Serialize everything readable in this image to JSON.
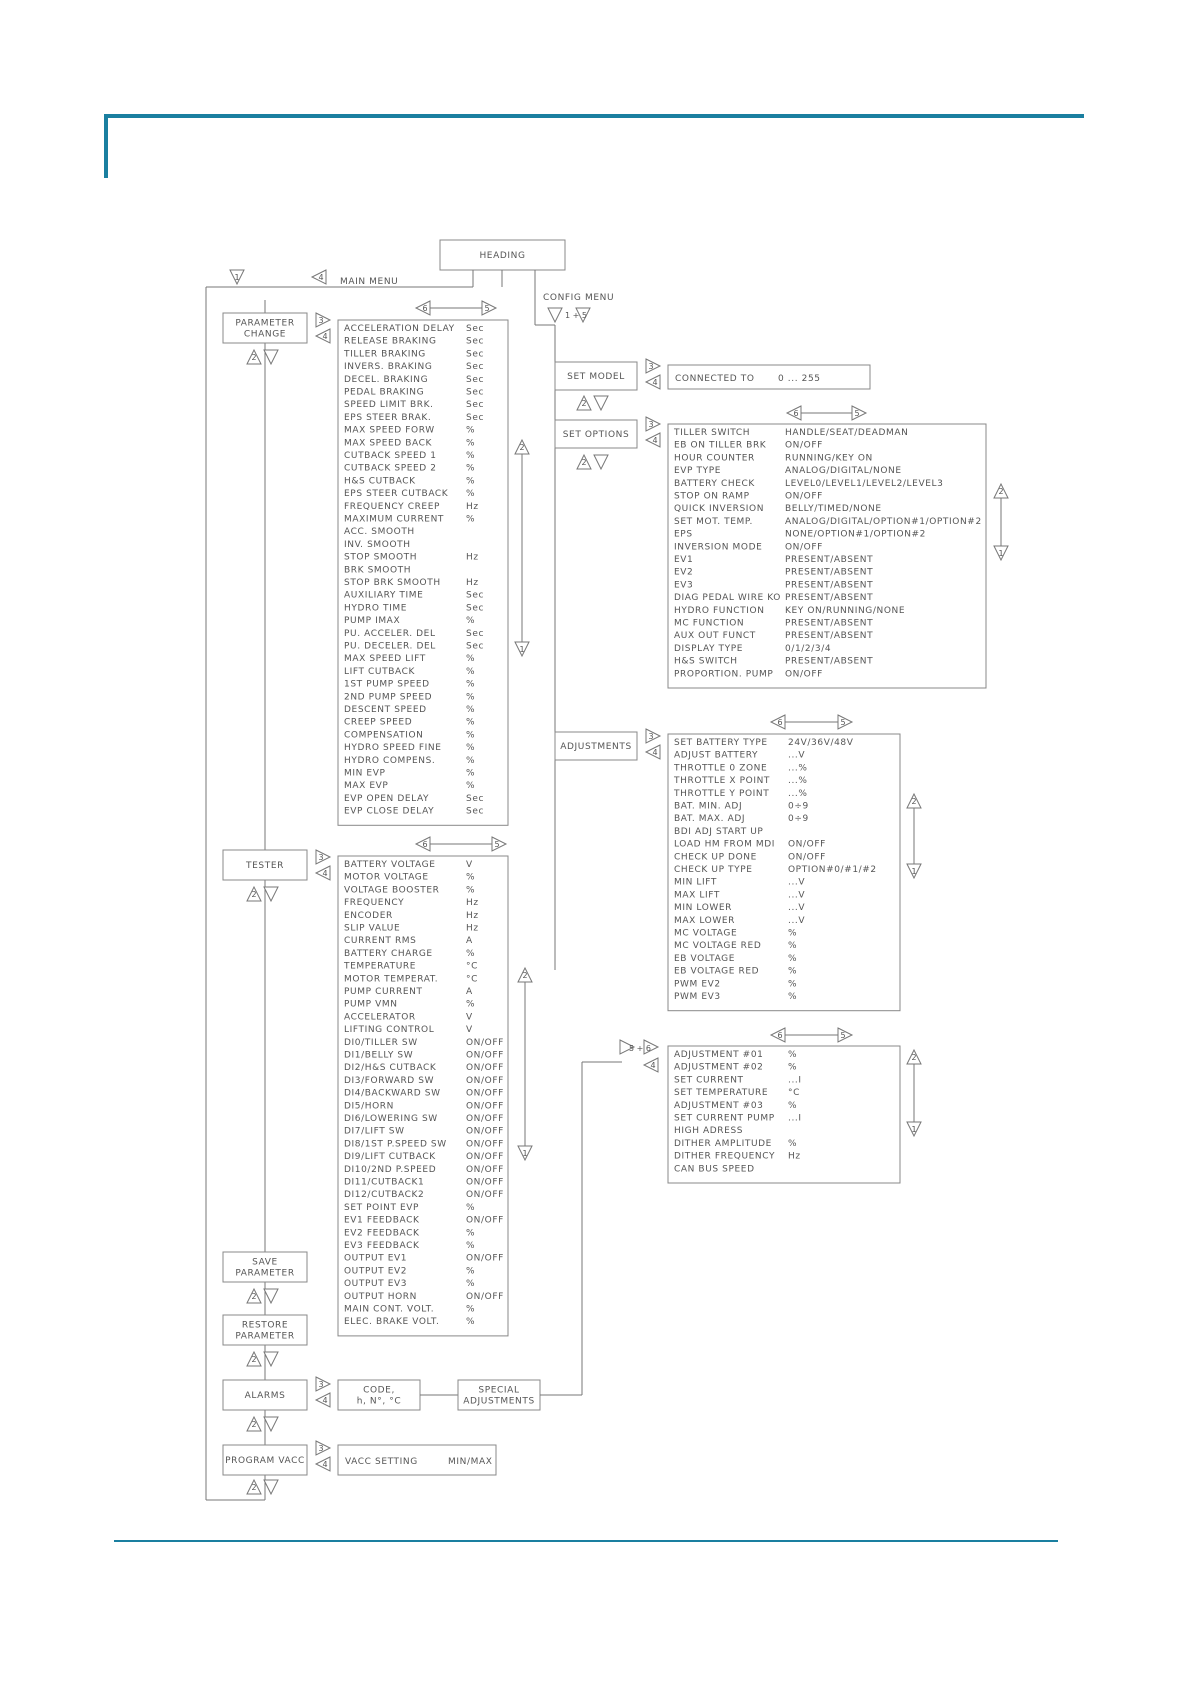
{
  "heading": "HEADING",
  "main_menu_label": "MAIN  MENU",
  "config_menu_label": "CONFIG  MENU",
  "config_keys": "1 + 5",
  "menu_nodes": {
    "parameter_change": [
      "PARAMETER",
      "CHANGE"
    ],
    "tester": [
      "TESTER"
    ],
    "save_parameter": [
      "SAVE",
      "PARAMETER"
    ],
    "restore_parameter": [
      "RESTORE",
      "PARAMETER"
    ],
    "alarms": [
      "ALARMS"
    ],
    "program_vacc": [
      "PROGRAM  VACC"
    ],
    "set_model": [
      "SET  MODEL"
    ],
    "set_options": [
      "SET  OPTIONS"
    ],
    "adjustments": [
      "ADJUSTMENTS"
    ]
  },
  "alarms_code": [
    "CODE,",
    "h, N°, °C"
  ],
  "special_adjustments": [
    "SPECIAL",
    "ADJUSTMENTS"
  ],
  "special_keys": "5 + 6",
  "vacc_setting": {
    "label": "VACC  SETTING",
    "value": "MIN/MAX"
  },
  "set_model_value": {
    "label": "CONNECTED  TO",
    "value": "0 ... 255"
  },
  "parameters": [
    [
      "ACCELERATION  DELAY",
      "Sec"
    ],
    [
      "RELEASE  BRAKING",
      "Sec"
    ],
    [
      "TILLER  BRAKING",
      "Sec"
    ],
    [
      "INVERS.  BRAKING",
      "Sec"
    ],
    [
      "DECEL.  BRAKING",
      "Sec"
    ],
    [
      "PEDAL  BRAKING",
      "Sec"
    ],
    [
      "SPEED  LIMIT  BRK.",
      "Sec"
    ],
    [
      "EPS  STEER  BRAK.",
      "Sec"
    ],
    [
      "MAX  SPEED  FORW",
      "%"
    ],
    [
      "MAX  SPEED  BACK",
      "%"
    ],
    [
      "CUTBACK  SPEED  1",
      "%"
    ],
    [
      "CUTBACK  SPEED  2",
      "%"
    ],
    [
      "H&S  CUTBACK",
      "%"
    ],
    [
      "EPS  STEER  CUTBACK",
      "%"
    ],
    [
      "FREQUENCY  CREEP",
      "Hz"
    ],
    [
      "MAXIMUM  CURRENT",
      "%"
    ],
    [
      "ACC.  SMOOTH",
      ""
    ],
    [
      "INV.  SMOOTH",
      ""
    ],
    [
      "STOP  SMOOTH",
      "Hz"
    ],
    [
      "BRK  SMOOTH",
      ""
    ],
    [
      "STOP  BRK  SMOOTH",
      "Hz"
    ],
    [
      "AUXILIARY  TIME",
      "Sec"
    ],
    [
      "HYDRO  TIME",
      "Sec"
    ],
    [
      "PUMP  IMAX",
      "%"
    ],
    [
      "PU.  ACCELER.  DEL",
      "Sec"
    ],
    [
      "PU.  DECELER.  DEL",
      "Sec"
    ],
    [
      "MAX  SPEED  LIFT",
      "%"
    ],
    [
      "LIFT  CUTBACK",
      "%"
    ],
    [
      "1ST  PUMP  SPEED",
      "%"
    ],
    [
      "2ND  PUMP  SPEED",
      "%"
    ],
    [
      "DESCENT  SPEED",
      "%"
    ],
    [
      "CREEP  SPEED",
      "%"
    ],
    [
      "COMPENSATION",
      "%"
    ],
    [
      "HYDRO  SPEED  FINE",
      "%"
    ],
    [
      "HYDRO  COMPENS.",
      "%"
    ],
    [
      "MIN  EVP",
      "%"
    ],
    [
      "MAX  EVP",
      "%"
    ],
    [
      "EVP  OPEN  DELAY",
      "Sec"
    ],
    [
      "EVP  CLOSE  DELAY",
      "Sec"
    ]
  ],
  "tester": [
    [
      "BATTERY  VOLTAGE",
      "V"
    ],
    [
      "MOTOR  VOLTAGE",
      "%"
    ],
    [
      "VOLTAGE  BOOSTER",
      "%"
    ],
    [
      "FREQUENCY",
      "Hz"
    ],
    [
      "ENCODER",
      "Hz"
    ],
    [
      "SLIP  VALUE",
      "Hz"
    ],
    [
      "CURRENT  RMS",
      "A"
    ],
    [
      "BATTERY  CHARGE",
      "%"
    ],
    [
      "TEMPERATURE",
      "°C"
    ],
    [
      "MOTOR  TEMPERAT.",
      "°C"
    ],
    [
      "PUMP  CURRENT",
      "A"
    ],
    [
      "PUMP  VMN",
      "%"
    ],
    [
      "ACCELERATOR",
      "V"
    ],
    [
      "LIFTING  CONTROL",
      "V"
    ],
    [
      "DI0/TILLER  SW",
      "ON/OFF"
    ],
    [
      "DI1/BELLY  SW",
      "ON/OFF"
    ],
    [
      "DI2/H&S  CUTBACK",
      "ON/OFF"
    ],
    [
      "DI3/FORWARD  SW",
      "ON/OFF"
    ],
    [
      "DI4/BACKWARD  SW",
      "ON/OFF"
    ],
    [
      "DI5/HORN",
      "ON/OFF"
    ],
    [
      "DI6/LOWERING  SW",
      "ON/OFF"
    ],
    [
      "DI7/LIFT  SW",
      "ON/OFF"
    ],
    [
      "DI8/1ST  P.SPEED  SW",
      "ON/OFF"
    ],
    [
      "DI9/LIFT  CUTBACK",
      "ON/OFF"
    ],
    [
      "DI10/2ND  P.SPEED",
      "ON/OFF"
    ],
    [
      "DI11/CUTBACK1",
      "ON/OFF"
    ],
    [
      "DI12/CUTBACK2",
      "ON/OFF"
    ],
    [
      "SET  POINT  EVP",
      "%"
    ],
    [
      "EV1  FEEDBACK",
      "ON/OFF"
    ],
    [
      "EV2  FEEDBACK",
      "%"
    ],
    [
      "EV3  FEEDBACK",
      "%"
    ],
    [
      "OUTPUT  EV1",
      "ON/OFF"
    ],
    [
      "OUTPUT  EV2",
      "%"
    ],
    [
      "OUTPUT  EV3",
      "%"
    ],
    [
      "OUTPUT  HORN",
      "ON/OFF"
    ],
    [
      "MAIN  CONT.  VOLT.",
      "%"
    ],
    [
      "ELEC.  BRAKE  VOLT.",
      "%"
    ]
  ],
  "set_options": [
    [
      "TILLER  SWITCH",
      "HANDLE/SEAT/DEADMAN"
    ],
    [
      "EB  ON  TILLER  BRK",
      "ON/OFF"
    ],
    [
      "HOUR  COUNTER",
      "RUNNING/KEY  ON"
    ],
    [
      "EVP  TYPE",
      "ANALOG/DIGITAL/NONE"
    ],
    [
      "BATTERY  CHECK",
      "LEVEL0/LEVEL1/LEVEL2/LEVEL3"
    ],
    [
      "STOP  ON  RAMP",
      "ON/OFF"
    ],
    [
      "QUICK  INVERSION",
      "BELLY/TIMED/NONE"
    ],
    [
      "SET  MOT.  TEMP.",
      "ANALOG/DIGITAL/OPTION#1/OPTION#2"
    ],
    [
      "EPS",
      "NONE/OPTION#1/OPTION#2"
    ],
    [
      "INVERSION  MODE",
      "ON/OFF"
    ],
    [
      "EV1",
      "PRESENT/ABSENT"
    ],
    [
      "EV2",
      "PRESENT/ABSENT"
    ],
    [
      "EV3",
      "PRESENT/ABSENT"
    ],
    [
      "DIAG  PEDAL  WIRE  KO",
      "PRESENT/ABSENT"
    ],
    [
      "HYDRO  FUNCTION",
      "KEY  ON/RUNNING/NONE"
    ],
    [
      "MC  FUNCTION",
      "PRESENT/ABSENT"
    ],
    [
      "AUX  OUT  FUNCT",
      "PRESENT/ABSENT"
    ],
    [
      "DISPLAY  TYPE",
      "0/1/2/3/4"
    ],
    [
      "H&S  SWITCH",
      "PRESENT/ABSENT"
    ],
    [
      "PROPORTION.  PUMP",
      "ON/OFF"
    ]
  ],
  "adjustments": [
    [
      "SET  BATTERY  TYPE",
      "24V/36V/48V"
    ],
    [
      "ADJUST  BATTERY",
      "...V"
    ],
    [
      "THROTTLE  0  ZONE",
      "...%"
    ],
    [
      "THROTTLE  X  POINT",
      "...%"
    ],
    [
      "THROTTLE  Y  POINT",
      "...%"
    ],
    [
      "BAT.  MIN.  ADJ",
      "0÷9"
    ],
    [
      "BAT.  MAX.  ADJ",
      "0÷9"
    ],
    [
      "BDI  ADJ  START  UP",
      ""
    ],
    [
      "LOAD  HM  FROM  MDI",
      "ON/OFF"
    ],
    [
      "CHECK  UP  DONE",
      "ON/OFF"
    ],
    [
      "CHECK  UP  TYPE",
      "OPTION#0/#1/#2"
    ],
    [
      "MIN  LIFT",
      "...V"
    ],
    [
      "MAX  LIFT",
      "...V"
    ],
    [
      "MIN  LOWER",
      "...V"
    ],
    [
      "MAX  LOWER",
      "...V"
    ],
    [
      "MC  VOLTAGE",
      "%"
    ],
    [
      "MC  VOLTAGE  RED",
      "%"
    ],
    [
      "EB  VOLTAGE",
      "%"
    ],
    [
      "EB  VOLTAGE  RED",
      "%"
    ],
    [
      "PWM  EV2",
      "%"
    ],
    [
      "PWM  EV3",
      "%"
    ]
  ],
  "special": [
    [
      "ADJUSTMENT  #01",
      "%"
    ],
    [
      "ADJUSTMENT  #02",
      "%"
    ],
    [
      "SET  CURRENT",
      "...I"
    ],
    [
      "SET  TEMPERATURE",
      "°C"
    ],
    [
      "ADJUSTMENT  #03",
      "%"
    ],
    [
      "SET  CURRENT  PUMP",
      "...I"
    ],
    [
      "HIGH  ADRESS",
      ""
    ],
    [
      "DITHER  AMPLITUDE",
      "%"
    ],
    [
      "DITHER  FREQUENCY",
      "Hz"
    ],
    [
      "CAN  BUS  SPEED",
      ""
    ]
  ],
  "key_numbers": {
    "one": "1",
    "two": "2",
    "three": "3",
    "four": "4",
    "five": "5",
    "six": "6"
  }
}
